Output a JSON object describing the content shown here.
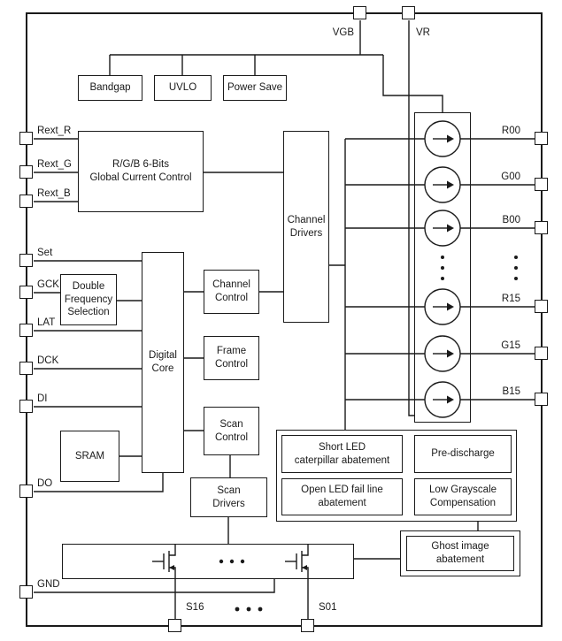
{
  "pins": {
    "vgb": "VGB",
    "vr": "VR",
    "rext_r": "Rext_R",
    "rext_g": "Rext_G",
    "rext_b": "Rext_B",
    "set": "Set",
    "gck": "GCK",
    "lat": "LAT",
    "dck": "DCK",
    "di": "DI",
    "do": "DO",
    "gnd": "GND",
    "s16": "S16",
    "s01": "S01",
    "r00": "R00",
    "g00": "G00",
    "b00": "B00",
    "r15": "R15",
    "g15": "G15",
    "b15": "B15"
  },
  "blocks": {
    "bandgap": "Bandgap",
    "uvlo": "UVLO",
    "power_save": "Power Save",
    "global_current": "R/G/B 6-Bits\nGlobal Current Control",
    "channel_drivers": "Channel\nDrivers",
    "double_freq": "Double\nFrequency\nSelection",
    "digital_core": "Digital\nCore",
    "channel_control": "Channel\nControl",
    "frame_control": "Frame\nControl",
    "scan_control": "Scan\nControl",
    "sram": "SRAM",
    "scan_drivers": "Scan\nDrivers",
    "short_led": "Short LED\ncaterpillar abatement",
    "pre_discharge": "Pre-discharge",
    "open_led": "Open LED fail line\nabatement",
    "low_grayscale": "Low Grayscale\nCompensation",
    "ghost_image": "Ghost image\nabatement"
  },
  "colors": {
    "line": "#1a1a1a",
    "background": "#ffffff"
  }
}
